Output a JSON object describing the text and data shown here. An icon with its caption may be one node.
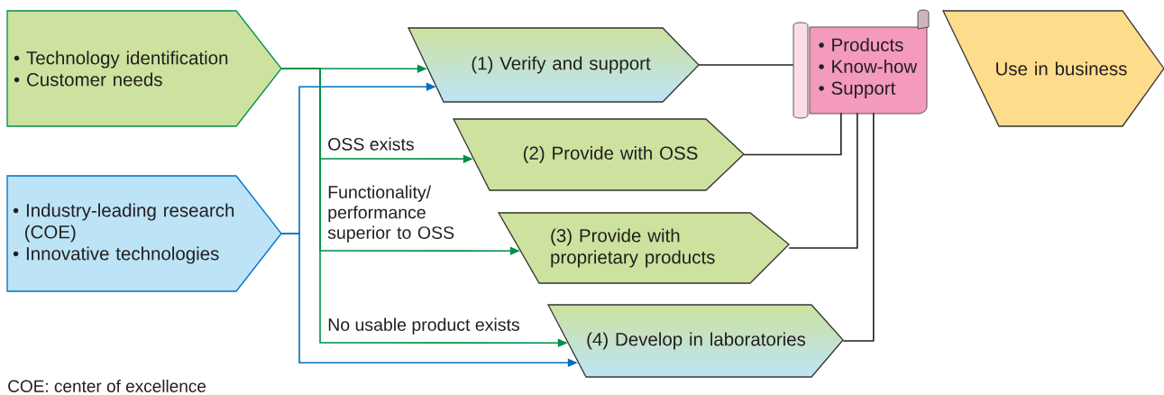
{
  "diagram": {
    "nodes": [
      {
        "text": [
          "• Technology identification",
          "• Customer needs"
        ]
      },
      {
        "text": [
          "• Industry-leading research (COE)",
          "• Innovative technologies"
        ]
      },
      {
        "text": [
          "(1) Verify and support"
        ]
      },
      {
        "text": [
          "(2) Provide with OSS"
        ]
      },
      {
        "text": [
          "(3) Provide with proprietary products"
        ]
      },
      {
        "text": [
          "(4) Develop in laboratories"
        ]
      },
      {
        "text": [
          "• Products",
          "• Know-how",
          "• Support"
        ]
      },
      {
        "text": [
          "Use in business"
        ]
      }
    ],
    "edges": [
      {
        "from": 0,
        "to": 2,
        "arrow": "to",
        "color": "#00904a"
      },
      {
        "from": 0,
        "to": 3,
        "arrow": "to",
        "color": "#00904a",
        "label": "OSS exists"
      },
      {
        "from": 0,
        "to": 4,
        "arrow": "to",
        "color": "#00904a",
        "label": "Functionality/ performance superior to OSS"
      },
      {
        "from": 0,
        "to": 5,
        "arrow": "to",
        "color": "#00904a",
        "label": "No usable product exists"
      },
      {
        "from": 1,
        "to": 2,
        "arrow": "to",
        "color": "#0070c0"
      },
      {
        "from": 1,
        "to": 5,
        "arrow": "to",
        "color": "#0070c0"
      },
      {
        "from": 2,
        "to": 6,
        "arrow": "none",
        "color": "#231f20"
      },
      {
        "from": 3,
        "to": 6,
        "arrow": "none",
        "color": "#231f20"
      },
      {
        "from": 4,
        "to": 6,
        "arrow": "none",
        "color": "#231f20"
      },
      {
        "from": 5,
        "to": 6,
        "arrow": "none",
        "color": "#231f20"
      }
    ],
    "labels": [
      "COE: center of excellence"
    ]
  }
}
